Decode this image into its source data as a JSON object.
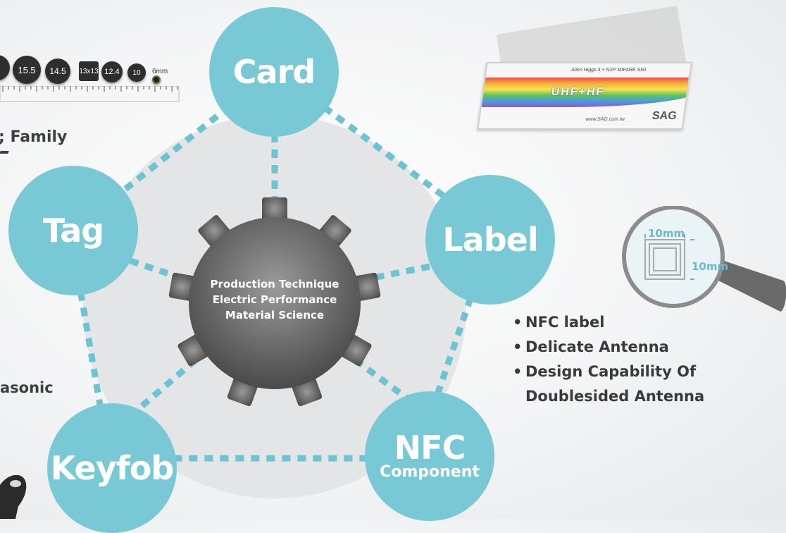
{
  "hub": {
    "lines": [
      "Production Technique",
      "Electric Performance",
      "Material Science"
    ]
  },
  "nodes": {
    "card": "Card",
    "tag": "Tag",
    "label": "Label",
    "keyfob": "Keyfob",
    "nfc_big": "NFC",
    "nfc_small": "Component"
  },
  "tag_sizes": [
    "15.5",
    "14.5",
    "13x13",
    "12.4",
    "10",
    "6mm"
  ],
  "left_fragments": {
    "family": "; Family",
    "ultrasonic": "asonic"
  },
  "card_image": {
    "top_text": "Alien Higgs 3 + NXP MIFARE S50",
    "band_text": "UHF+HF",
    "url": "www.SAG.com.tw",
    "brand": "SAG"
  },
  "magnifier": {
    "dim_h": "10mm",
    "dim_v": "10mm"
  },
  "label_bullets": [
    "NFC label",
    "Delicate Antenna",
    "Design Capability Of Doublesided Antenna"
  ],
  "colors": {
    "bubble": "#78c8d6",
    "dash": "#6ec3d2",
    "ring": "#e4e5e6",
    "gear": "#6e6e6e"
  }
}
